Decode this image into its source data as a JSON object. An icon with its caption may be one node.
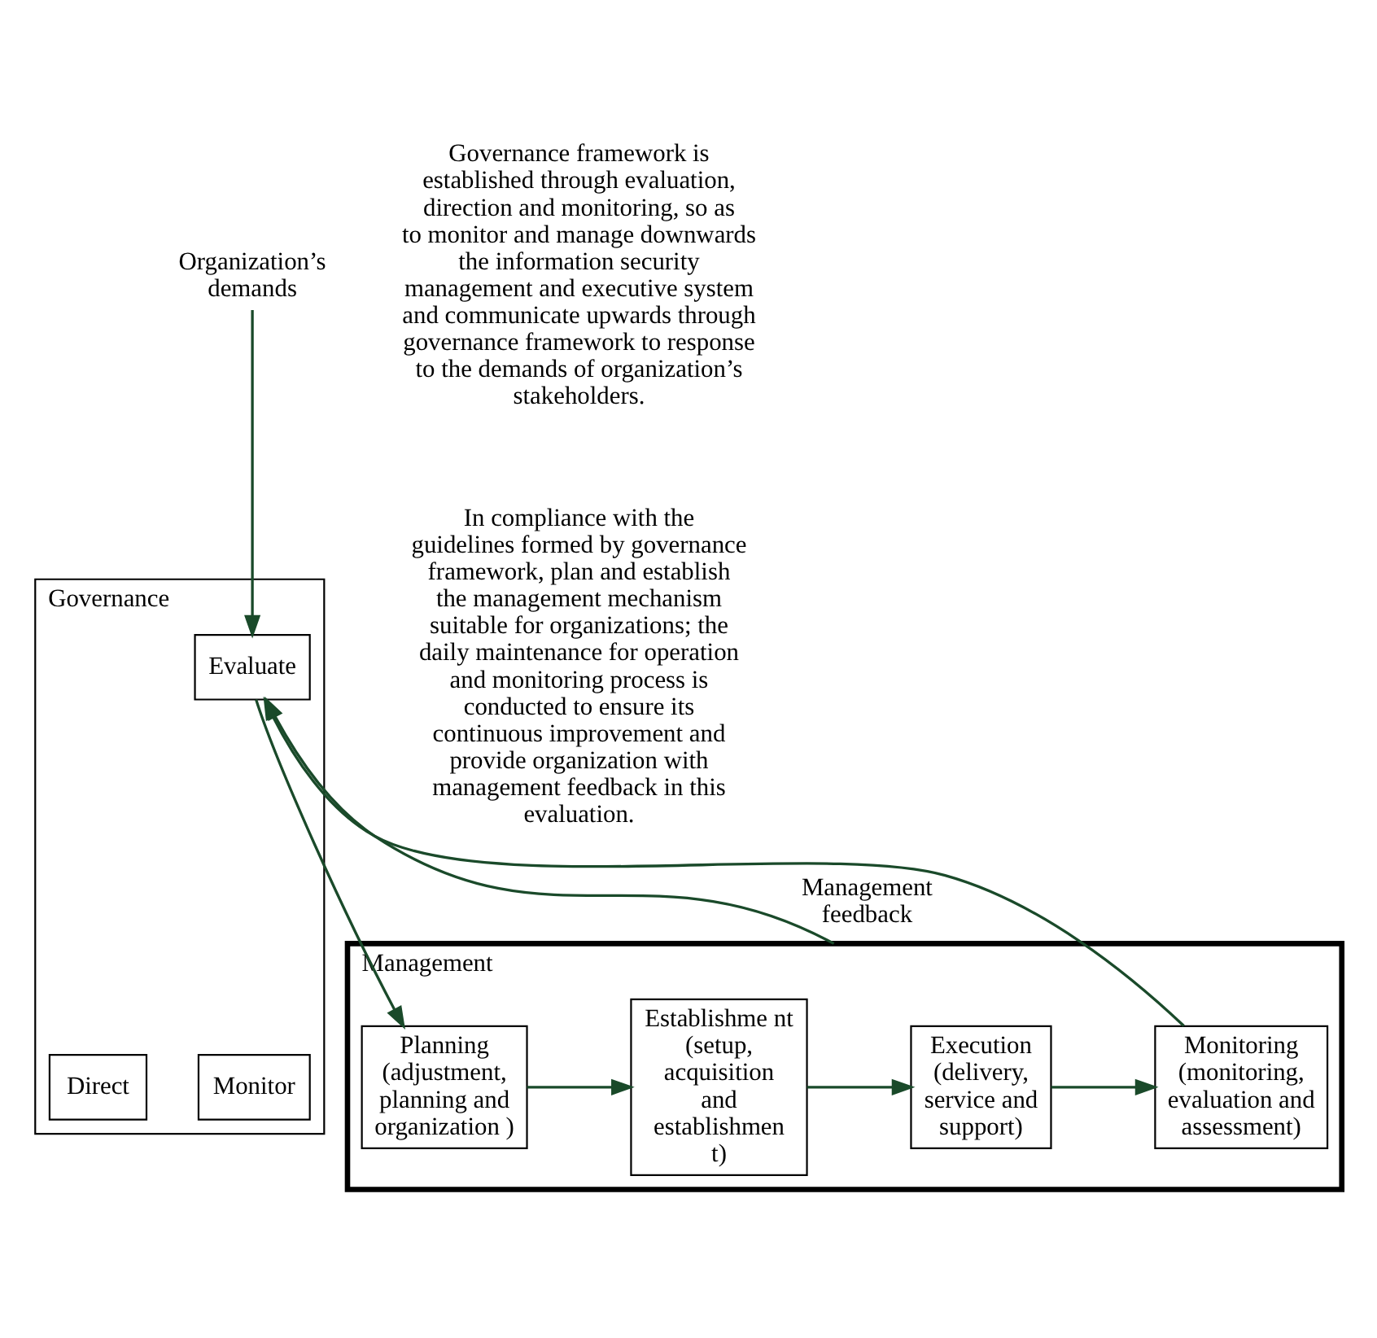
{
  "diagram": {
    "nodes": [
      {
        "text": [
          "Organization’s demands"
        ]
      },
      {
        "text": [
          "Governance"
        ]
      },
      {
        "text": [
          "Evaluate"
        ],
        "in": 1
      },
      {
        "text": [
          "Direct"
        ],
        "in": 1
      },
      {
        "text": [
          "Monitor"
        ],
        "in": 1
      },
      {
        "text": [
          "Management"
        ]
      },
      {
        "text": [
          "Planning (adjustment, planning and organization )"
        ],
        "in": 5
      },
      {
        "text": [
          "Establishme nt (setup, acquisition and establishmen t)"
        ],
        "in": 5
      },
      {
        "text": [
          "Execution (delivery, service and support)"
        ],
        "in": 5
      },
      {
        "text": [
          "Monitoring (monitoring, evaluation and assessment)"
        ],
        "in": 5
      }
    ],
    "edges": [
      {
        "from": 0,
        "to": 2,
        "arrow": "to"
      },
      {
        "from": 2,
        "to": 6,
        "arrow": "to"
      },
      {
        "from": 5,
        "to": 2,
        "arrow": "to",
        "label": "Management feedback"
      },
      {
        "from": 9,
        "to": 2,
        "arrow": "to"
      },
      {
        "from": 6,
        "to": 7,
        "arrow": "to"
      },
      {
        "from": 7,
        "to": 8,
        "arrow": "to"
      },
      {
        "from": 8,
        "to": 9,
        "arrow": "to"
      }
    ],
    "labels": [
      "Governance framework is established through evaluation, direction and monitoring, so as to monitor and manage downwards the information security management and executive system and communicate upwards through governance framework to response to the demands of organization’s stakeholders.",
      "In compliance with the guidelines formed by governance framework, plan and establish the management mechanism suitable for organizations; the daily maintenance for operation and monitoring process is conducted to ensure its continuous improvement and provide organization with management feedback in this evaluation."
    ]
  }
}
